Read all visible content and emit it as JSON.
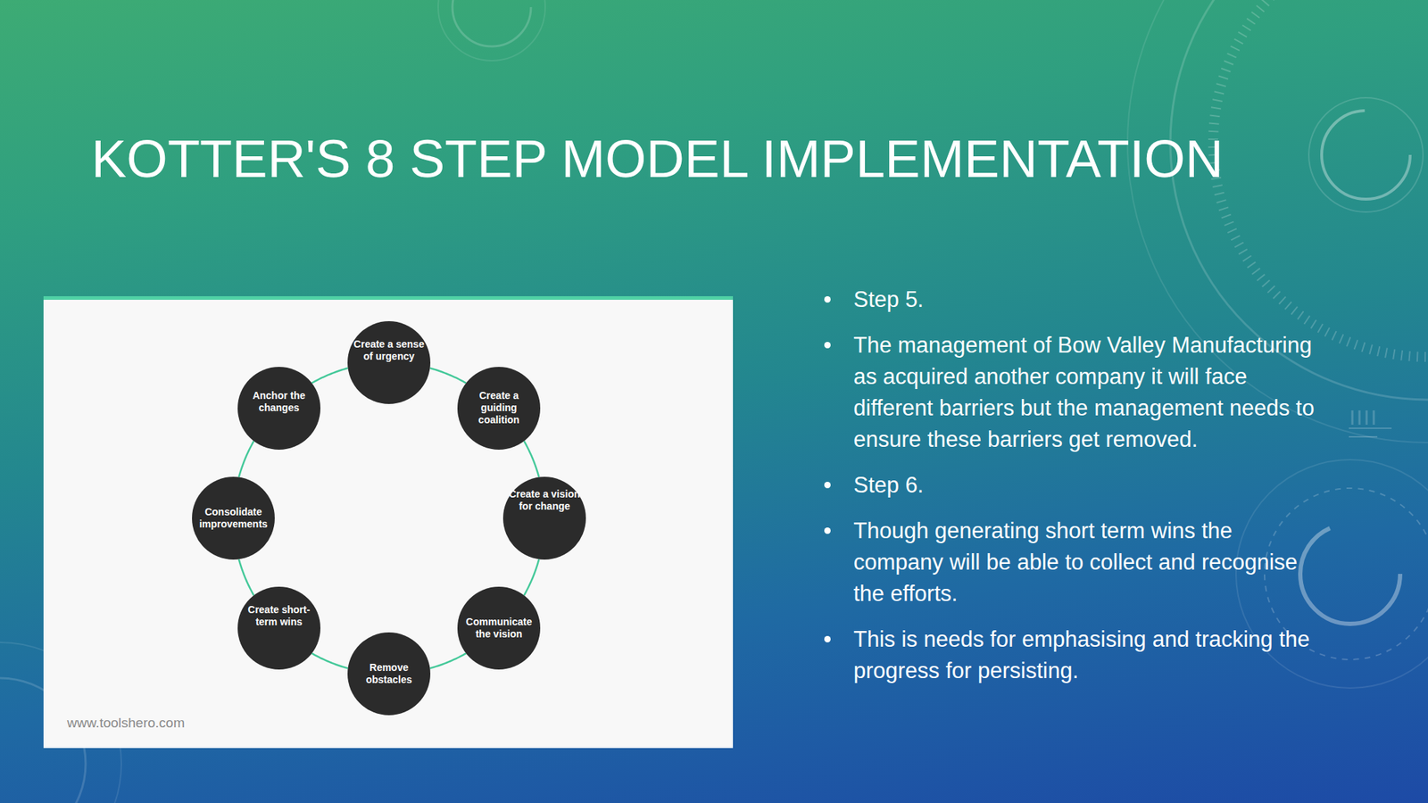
{
  "diagram": {
    "title": "KOTTER'S 8 STEP MODEL IMPLEMENTATION",
    "nodes": [
      {
        "text": [
          "Create a sense of urgency"
        ]
      },
      {
        "text": [
          "Create a guiding coalition"
        ]
      },
      {
        "text": [
          "Create a vision for change"
        ]
      },
      {
        "text": [
          "Communicate the vision"
        ]
      },
      {
        "text": [
          "Remove obstacles"
        ]
      },
      {
        "text": [
          "Create short-term wins"
        ]
      },
      {
        "text": [
          "Consolidate improvements"
        ]
      },
      {
        "text": [
          "Anchor the changes"
        ]
      }
    ],
    "edges": [
      {
        "from": 0,
        "to": 1,
        "arrow": "none"
      },
      {
        "from": 1,
        "to": 2,
        "arrow": "none"
      },
      {
        "from": 2,
        "to": 3,
        "arrow": "none"
      },
      {
        "from": 3,
        "to": 4,
        "arrow": "none"
      },
      {
        "from": 4,
        "to": 5,
        "arrow": "none"
      },
      {
        "from": 5,
        "to": 6,
        "arrow": "none"
      },
      {
        "from": 6,
        "to": 7,
        "arrow": "none"
      },
      {
        "from": 7,
        "to": 0,
        "arrow": "none"
      }
    ],
    "labels": [
      "www.toolshero.com",
      "Step 5.",
      "The management of Bow Valley Manufacturing  as acquired another company it will face different barriers but the management needs to ensure these barriers get removed.",
      "Step 6.",
      "Though generating short term wins the company will be able to collect and recognise the efforts.",
      "This is needs for emphasising and tracking the progress for persisting."
    ]
  }
}
